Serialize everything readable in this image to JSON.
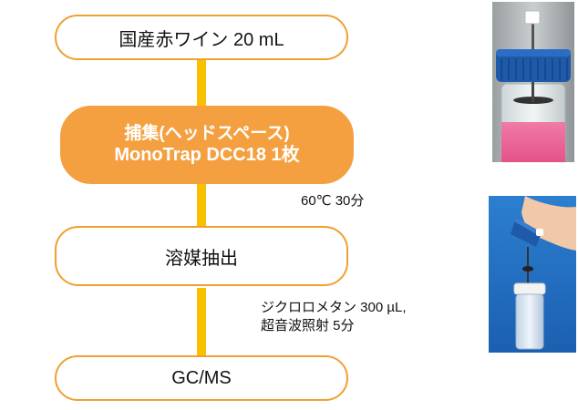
{
  "flow": {
    "step1": "国産赤ワイン  20 mL",
    "step2_line1": "捕集(ヘッドスペース)",
    "step2_line2": "MonoTrap DCC18  1枚",
    "step3": "溶媒抽出",
    "step4": "GC/MS"
  },
  "notes": {
    "condition1": "60℃  30分",
    "condition2_line1": "ジクロロメタン  300 µL,",
    "condition2_line2": "超音波照射 5分"
  },
  "photos": {
    "photo1": "vial-with-monotrap-in-heated-liquid",
    "photo2": "hand-opening-vial-cap"
  },
  "colors": {
    "connector": "#f9c000",
    "box_border": "#f0a030",
    "active_fill": "#f4a040"
  }
}
